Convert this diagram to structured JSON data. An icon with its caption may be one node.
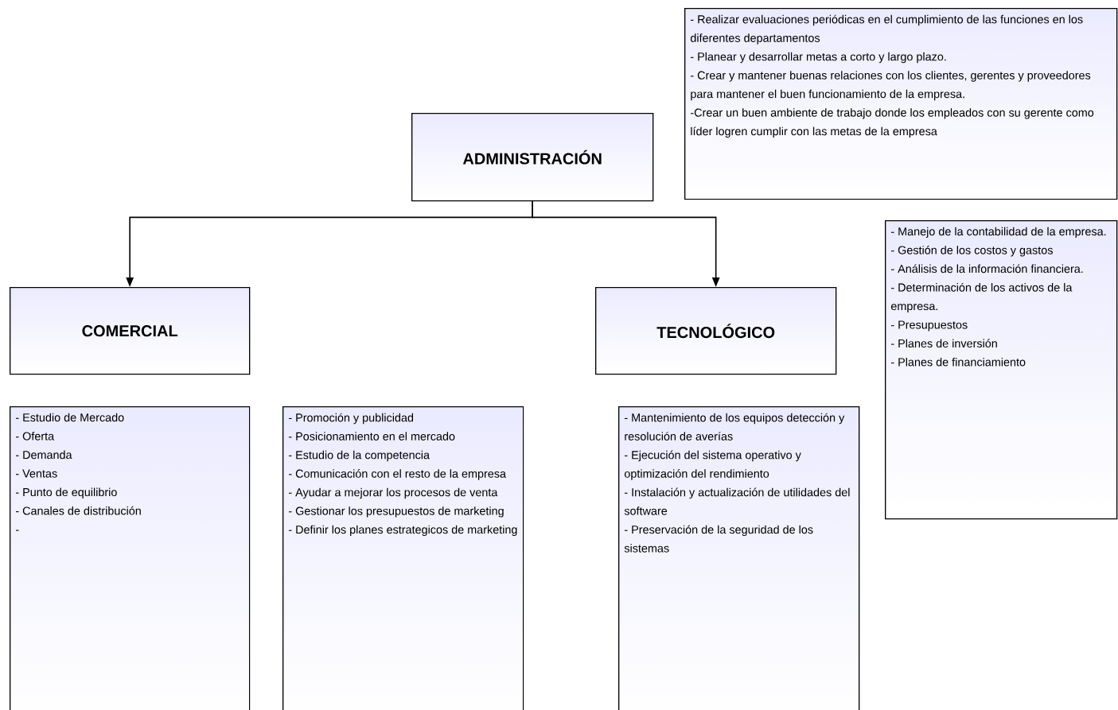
{
  "diagram": {
    "nodes": [
      {
        "text": [
          "- Realizar evaluaciones periódicas en el cumplimiento de las funciones en los diferentes departamentos",
          "- Planear y desarrollar metas a corto y largo plazo.",
          "- Crear y mantener buenas relaciones con los clientes, gerentes y proveedores para mantener el buen funcionamiento de la empresa.",
          "-Crear un buen ambiente de trabajo donde los empleados con su gerente como líder logren cumplir con las metas de la empresa"
        ]
      },
      {
        "text": [
          "ADMINISTRACIÓN"
        ]
      },
      {
        "text": [
          "COMERCIAL"
        ]
      },
      {
        "text": [
          "TECNOLÓGICO"
        ]
      },
      {
        "text": [
          "- Manejo de la contabilidad de la empresa.",
          "- Gestión de los costos y gastos",
          "- Análisis de la información financiera.",
          "- Determinación de los activos de la empresa.",
          "- Presupuestos",
          "- Planes de inversión",
          "- Planes de financiamiento"
        ]
      },
      {
        "text": [
          "- Estudio de Mercado",
          "- Oferta",
          "- Demanda",
          "- Ventas",
          "- Punto de equilibrio",
          "- Canales de distribución",
          "-"
        ]
      },
      {
        "text": [
          "- Promoción y publicidad",
          "- Posicionamiento en el mercado",
          "- Estudio de la competencia",
          "- Comunicación con el resto de la empresa",
          "- Ayudar a mejorar los procesos de venta",
          "- Gestionar los presupuestos de marketing",
          "- Definir los planes estrategicos de marketing"
        ]
      },
      {
        "text": [
          "- Mantenimiento de los equipos detección y resolución de averías",
          "- Ejecución del sistema operativo y optimización del rendimiento",
          "- Instalación y actualización de utilidades del software",
          "- Preservación de la seguridad de los sistemas"
        ]
      }
    ],
    "edges": [
      {
        "from": 1,
        "to": 2,
        "arrow": "to"
      },
      {
        "from": 1,
        "to": 3,
        "arrow": "to"
      }
    ]
  }
}
